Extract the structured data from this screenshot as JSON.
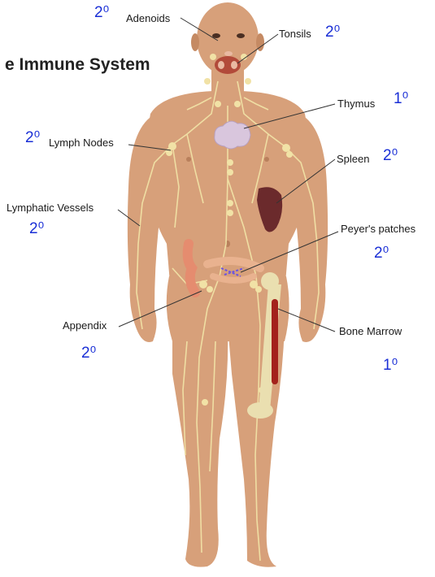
{
  "title": "e Immune System",
  "colors": {
    "skin": "#d7a07a",
    "skin_shadow": "#c58a63",
    "lymph": "#f1e2a6",
    "bone": "#eadfb0",
    "marrow": "#a3221c",
    "spleen": "#6b2a2c",
    "thymus": "#d9c6dd",
    "label_blue": "#1a2fd6"
  },
  "labels": {
    "adenoids": "Adenoids",
    "tonsils": "Tonsils",
    "thymus": "Thymus",
    "lymph_nodes": "Lymph Nodes",
    "spleen": "Spleen",
    "lymphatic_vessels": "Lymphatic Vessels",
    "peyers_patches": "Peyer's patches",
    "appendix": "Appendix",
    "bone_marrow": "Bone Marrow"
  },
  "orders": {
    "adenoids": "2⁰",
    "tonsils": "2⁰",
    "thymus": "1⁰",
    "lymph_nodes": "2⁰",
    "spleen": "2⁰",
    "lymphatic_vessels": "2⁰",
    "peyers_patches": "2⁰",
    "appendix": "2⁰",
    "bone_marrow": "1⁰"
  }
}
